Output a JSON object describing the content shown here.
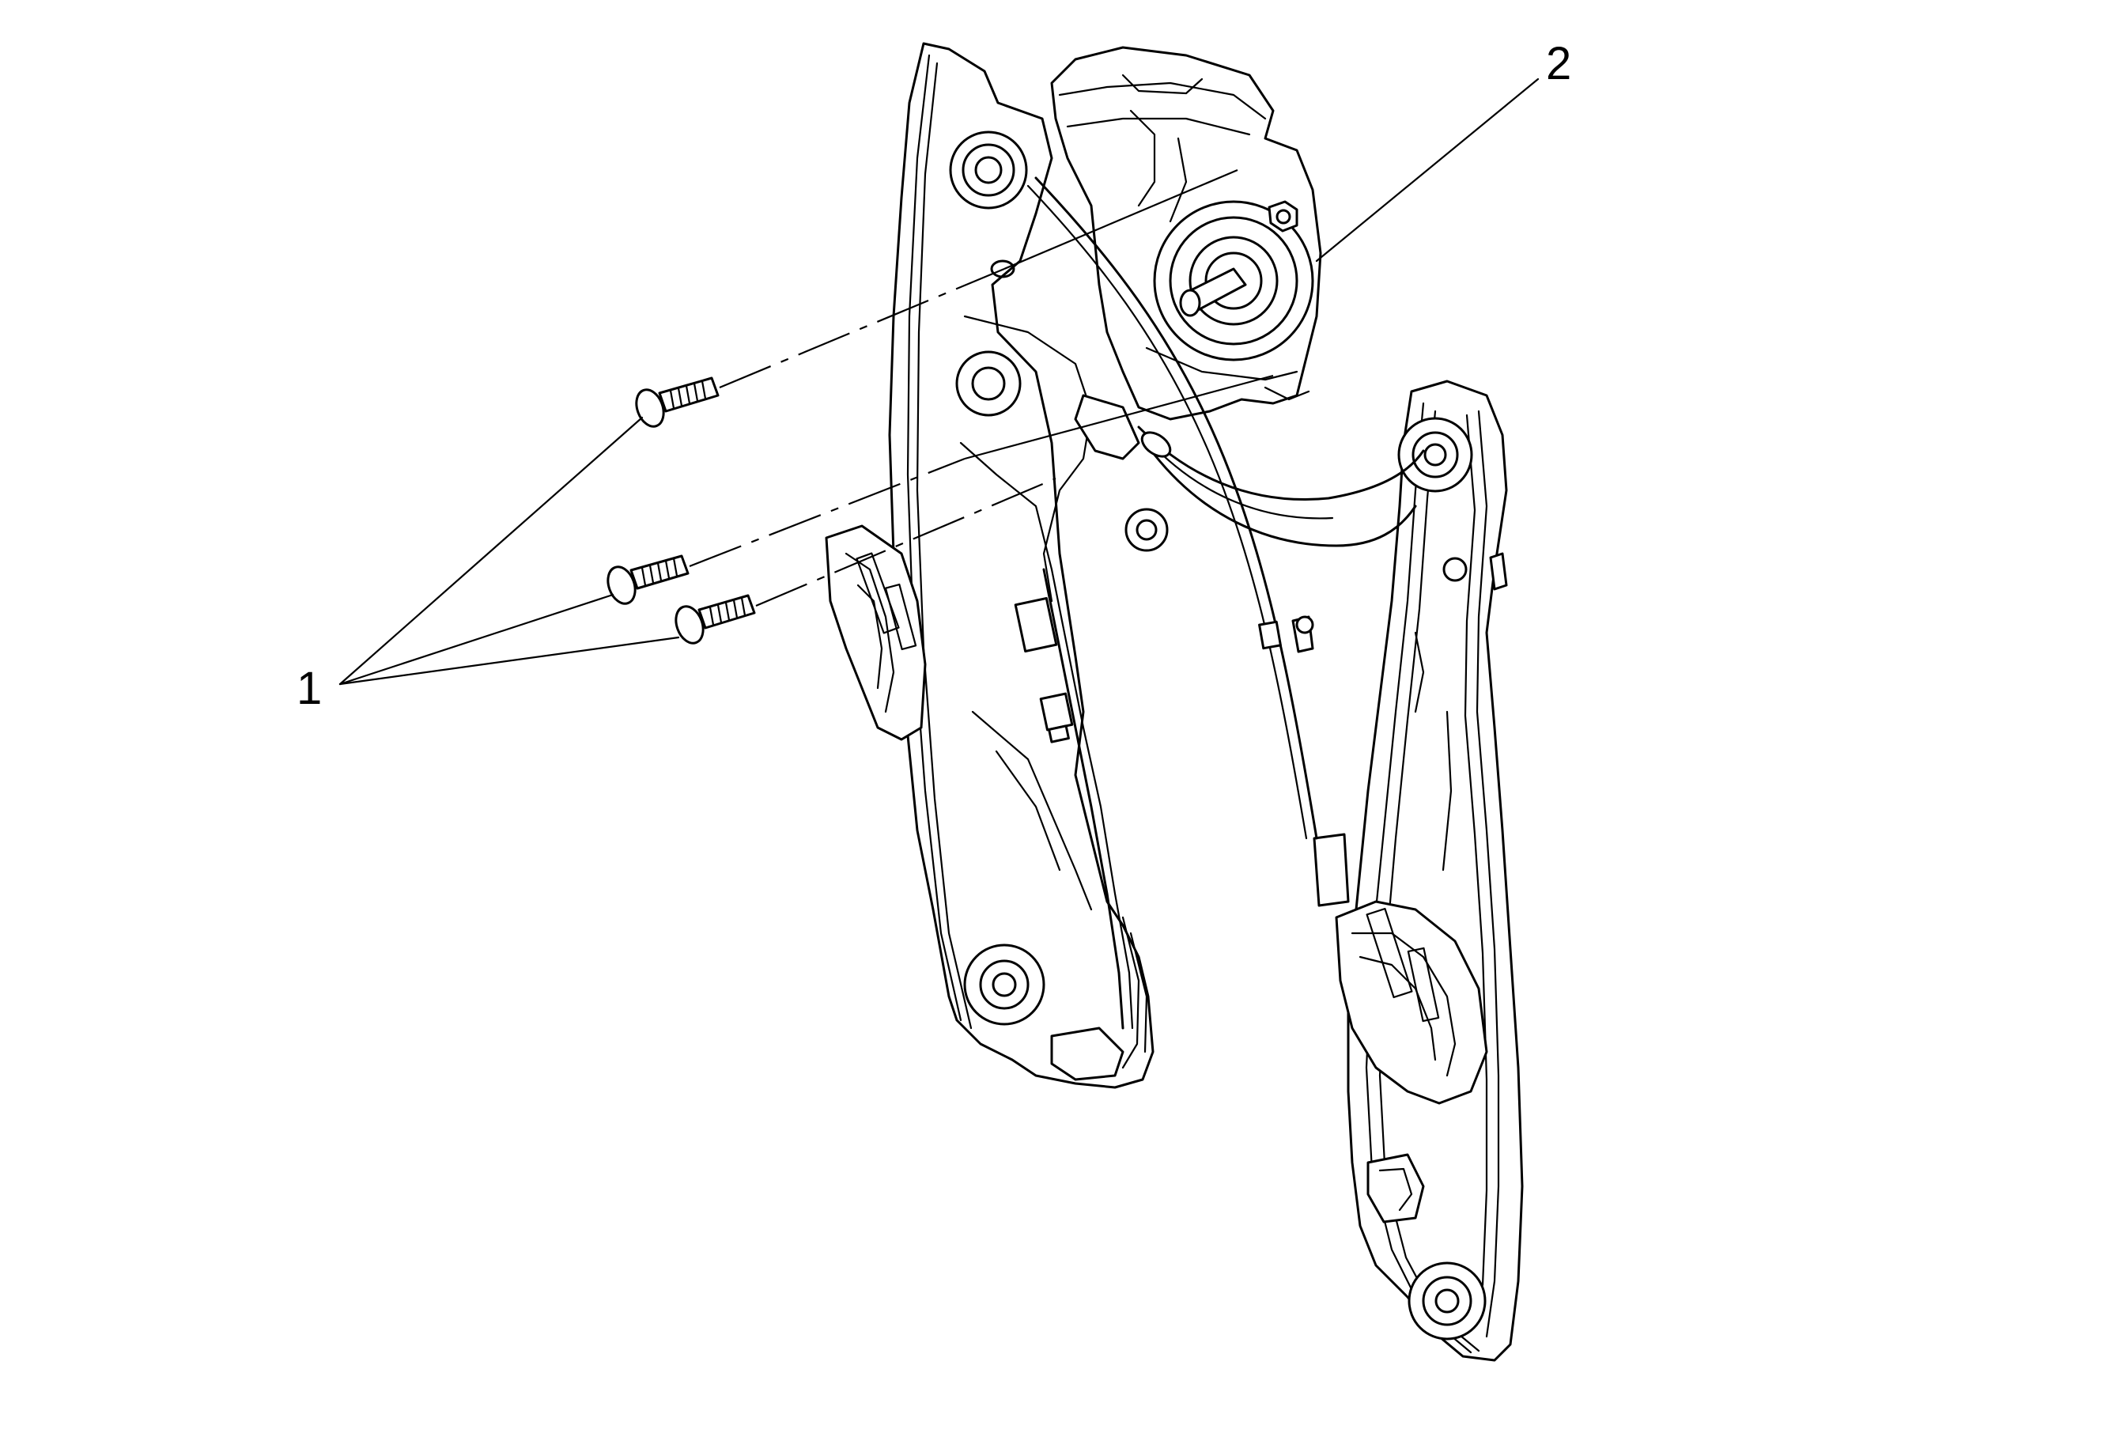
{
  "callouts": [
    {
      "id": "1",
      "text": "1"
    },
    {
      "id": "2",
      "text": "2"
    }
  ],
  "colors": {
    "background": "#ffffff",
    "line": "#000000"
  }
}
